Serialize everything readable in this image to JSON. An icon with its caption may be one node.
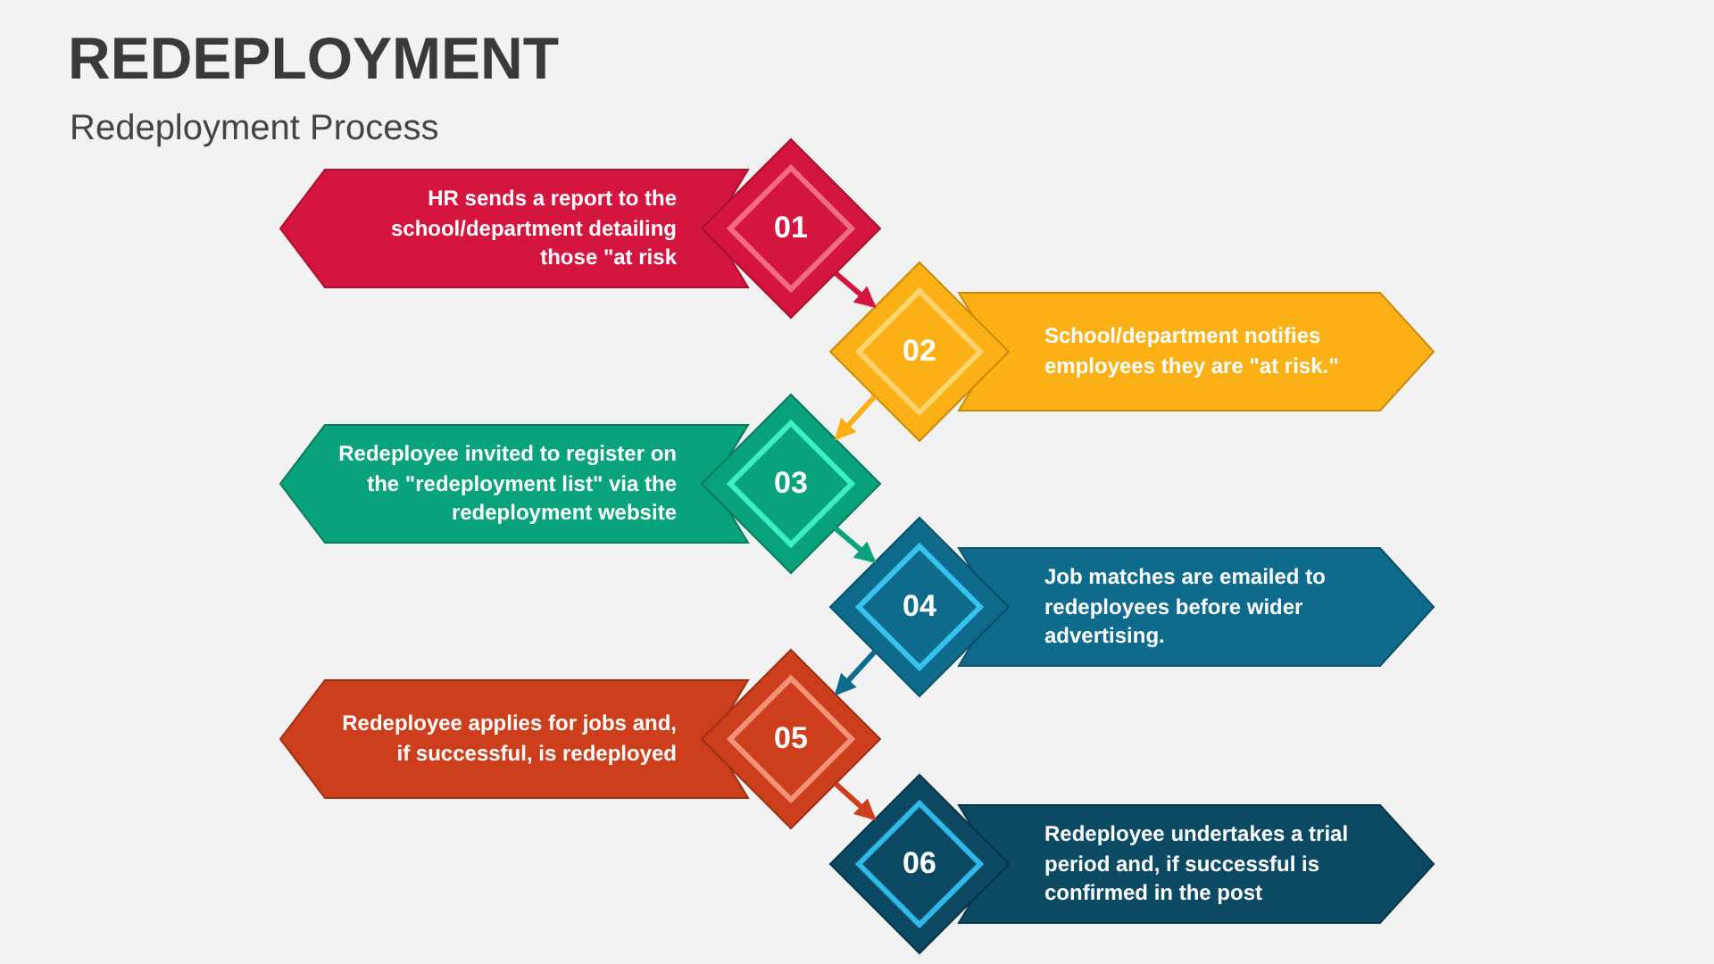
{
  "diagram": {
    "title": "REDEPLOYMENT",
    "caption": "Redeployment Process",
    "nodes": [
      {
        "text": [
          "HR sends a report to the school/department detailing those \"at risk"
        ]
      },
      {
        "text": [
          "01"
        ]
      },
      {
        "text": [
          "02"
        ]
      },
      {
        "text": [
          "School/department notifies employees they are \"at risk.\""
        ]
      },
      {
        "text": [
          "Redeployee invited to register on the \"redeployment list\" via the redeployment website"
        ]
      },
      {
        "text": [
          "03"
        ]
      },
      {
        "text": [
          "04"
        ]
      },
      {
        "text": [
          "Job matches are emailed to redeployees before wider advertising."
        ]
      },
      {
        "text": [
          "Redeployee applies for jobs and, if successful, is redeployed"
        ]
      },
      {
        "text": [
          "05"
        ]
      },
      {
        "text": [
          "06"
        ]
      },
      {
        "text": [
          "Redeployee undertakes a trial period and, if successful is confirmed in the post"
        ]
      }
    ],
    "edges": [
      {
        "from": 1,
        "to": 2,
        "arrow": "to",
        "color": "#d4163f"
      },
      {
        "from": 2,
        "to": 5,
        "arrow": "to",
        "color": "#fbb116"
      },
      {
        "from": 5,
        "to": 6,
        "arrow": "to",
        "color": "#08a37a"
      },
      {
        "from": 6,
        "to": 9,
        "arrow": "to",
        "color": "#0e6b8c"
      },
      {
        "from": 9,
        "to": 10,
        "arrow": "to",
        "color": "#cd3f1c"
      }
    ]
  }
}
